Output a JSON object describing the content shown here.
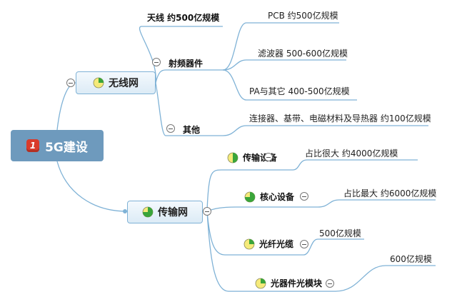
{
  "root": {
    "label": "5G建设",
    "badge": "1"
  },
  "branches": [
    {
      "label": "无线网",
      "progress": 0.25,
      "children": [
        {
          "label": "天线 约500亿规模"
        },
        {
          "label": "射频器件",
          "children": [
            {
              "label": "PCB 约500亿规模"
            },
            {
              "label": "滤波器 500-600亿规模"
            },
            {
              "label": "PA与其它 400-500亿规模"
            }
          ]
        },
        {
          "label": "其他",
          "children": [
            {
              "label": "连接器、基带、电磁材料及导热器 约100亿规模"
            }
          ]
        }
      ]
    },
    {
      "label": "传输网",
      "progress": 0.75,
      "children": [
        {
          "label": "传输设备",
          "progress": 0.5,
          "note": "占比很大 约4000亿规模"
        },
        {
          "label": "核心设备",
          "progress": 0.75,
          "note": "占比最大 约6000亿规模"
        },
        {
          "label": "光纤光缆",
          "progress": 0.25,
          "note": "500亿规模"
        },
        {
          "label": "光器件光模块",
          "progress": 0.25,
          "note": "600亿规模"
        }
      ]
    }
  ],
  "colors": {
    "line": "#7fb2d6",
    "root_fill": "#6e9abd",
    "badge": "#d93b2b",
    "pie_green": "#3aa53a",
    "pie_yellow": "#f5ea7a"
  }
}
